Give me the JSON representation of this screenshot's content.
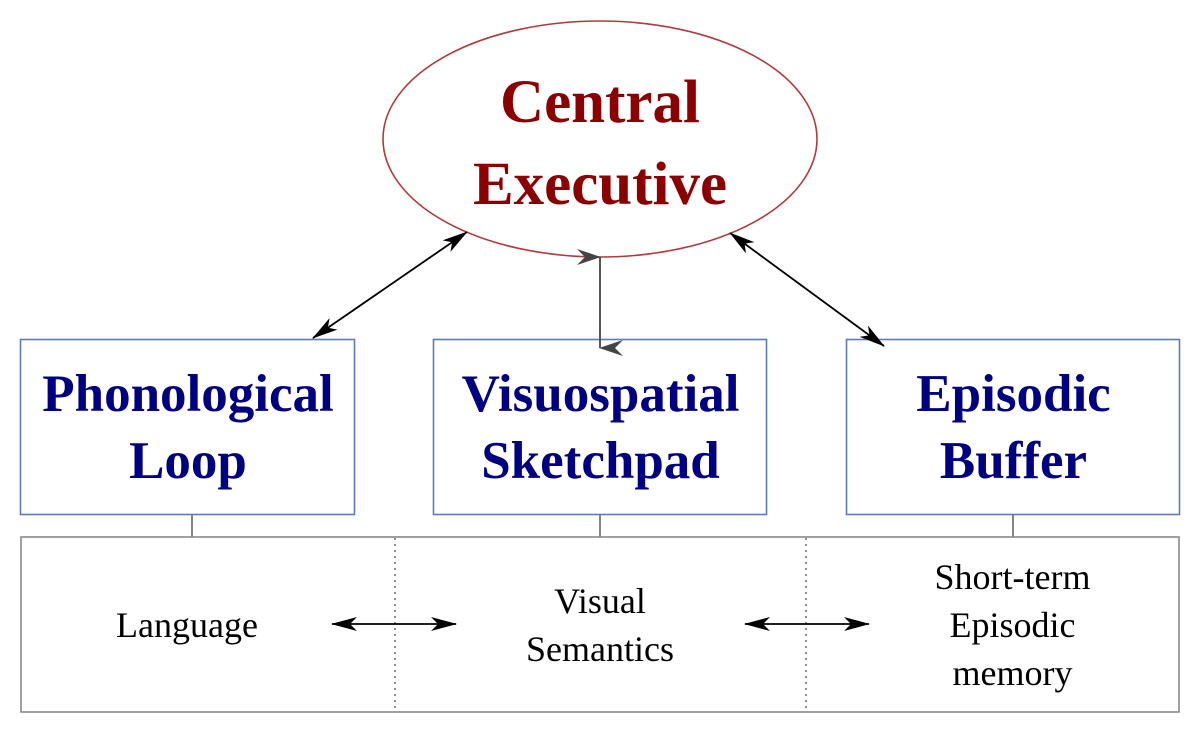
{
  "central_executive": {
    "line1": "Central",
    "line2": "Executive",
    "color": "#8b0000"
  },
  "components": [
    {
      "line1": "Phonological",
      "line2": "Loop"
    },
    {
      "line1": "Visuospatial",
      "line2": "Sketchpad"
    },
    {
      "line1": "Episodic",
      "line2": "Buffer"
    }
  ],
  "memory_areas": [
    {
      "lines": [
        "Language"
      ]
    },
    {
      "lines": [
        "Visual",
        "Semantics"
      ]
    },
    {
      "lines": [
        "Short-term",
        "Episodic",
        "memory"
      ]
    }
  ],
  "colors": {
    "component_text": "#000080",
    "box_border": "#5b7cba",
    "ellipse_border": "#b03a3a",
    "arrow": "#000000"
  }
}
